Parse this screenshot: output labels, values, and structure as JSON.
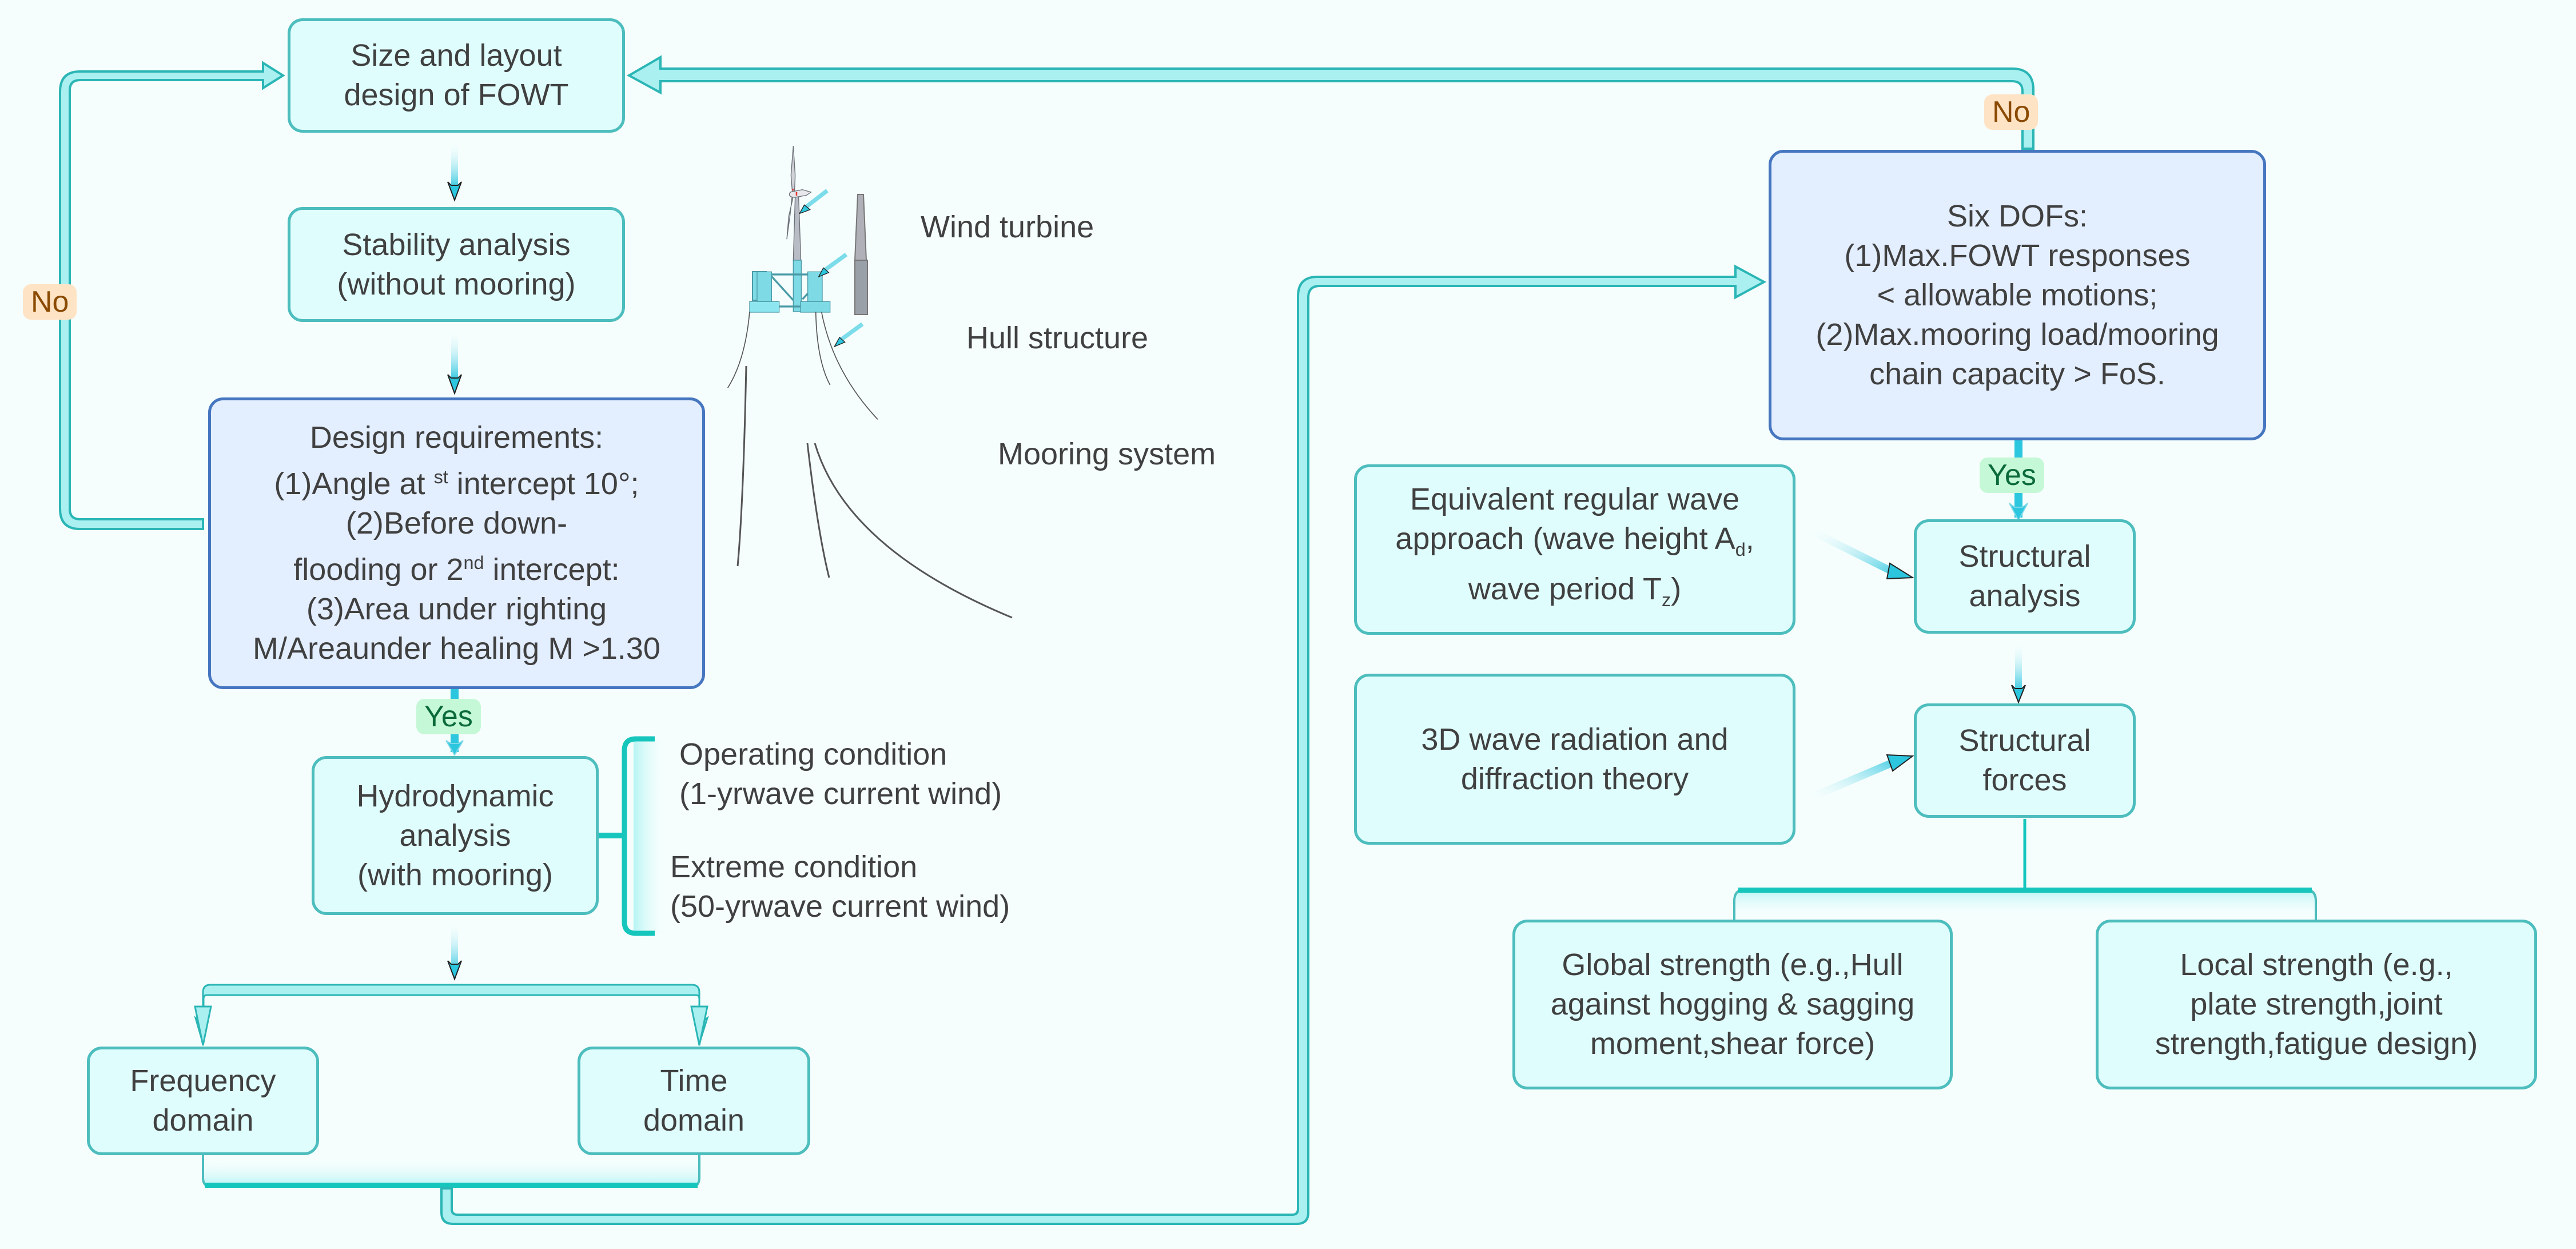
{
  "colors": {
    "background": "#f5fefd",
    "box_fill": "#e0fdfd",
    "box_border": "#4dbdbd",
    "decision_fill": "#e3eeff",
    "decision_border": "#4676bf",
    "connector_fill": "#aaf0f0",
    "connector_stroke": "#2bb5b5",
    "arrow_fill": "#2cc6df",
    "no_tag_bg": "#ffe3c5",
    "yes_tag_bg": "#c5f8d6"
  },
  "nodes": {
    "size_layout": "Size and layout\ndesign of FOWT",
    "stability": "Stability analysis\n(without mooring)",
    "design_req": {
      "title": "Design requirements:",
      "line1_pre": "(1)Angle at ",
      "line1_sup": "st",
      "line1_post": " intercept 10°;",
      "line2": "(2)Before down-",
      "line3_pre": "flooding or 2",
      "line3_sup": "nd",
      "line3_post": " intercept:",
      "line4": "(3)Area under righting",
      "line5": "M/Areaunder healing M >1.30"
    },
    "hydrodynamic": "Hydrodynamic\nanalysis\n(with mooring)",
    "operating": "Operating condition\n(1-yrwave current wind)",
    "extreme": "Extreme condition\n(50-yrwave current wind)",
    "frequency": "Frequency\ndomain",
    "time": "Time\ndomain",
    "six_dofs": "Six DOFs:\n(1)Max.FOWT responses\n< allowable motions;\n(2)Max.mooring load/mooring\nchain capacity > FoS.",
    "equivalent": {
      "line1": "Equivalent regular wave",
      "line2_pre": "approach (wave height A",
      "line2_sub": "d",
      "line2_post": ",",
      "line3_pre": "wave period T",
      "line3_sub": "z",
      "line3_post": ")"
    },
    "structural_analysis": "Structural\nanalysis",
    "wave_theory": "3D wave radiation and\ndiffraction theory",
    "structural_forces": "Structural\nforces",
    "global_strength": "Global strength (e.g.,Hull\nagainst hogging & sagging\nmoment,shear force)",
    "local_strength": "Local strength (e.g.,\nplate strength,joint\nstrength,fatigue design)"
  },
  "tags": {
    "no_left": "No",
    "no_top": "No",
    "yes_left": "Yes",
    "yes_right": "Yes"
  },
  "illustration": {
    "wind_turbine": "Wind turbine",
    "hull_structure": "Hull structure",
    "mooring_system": "Mooring system"
  }
}
